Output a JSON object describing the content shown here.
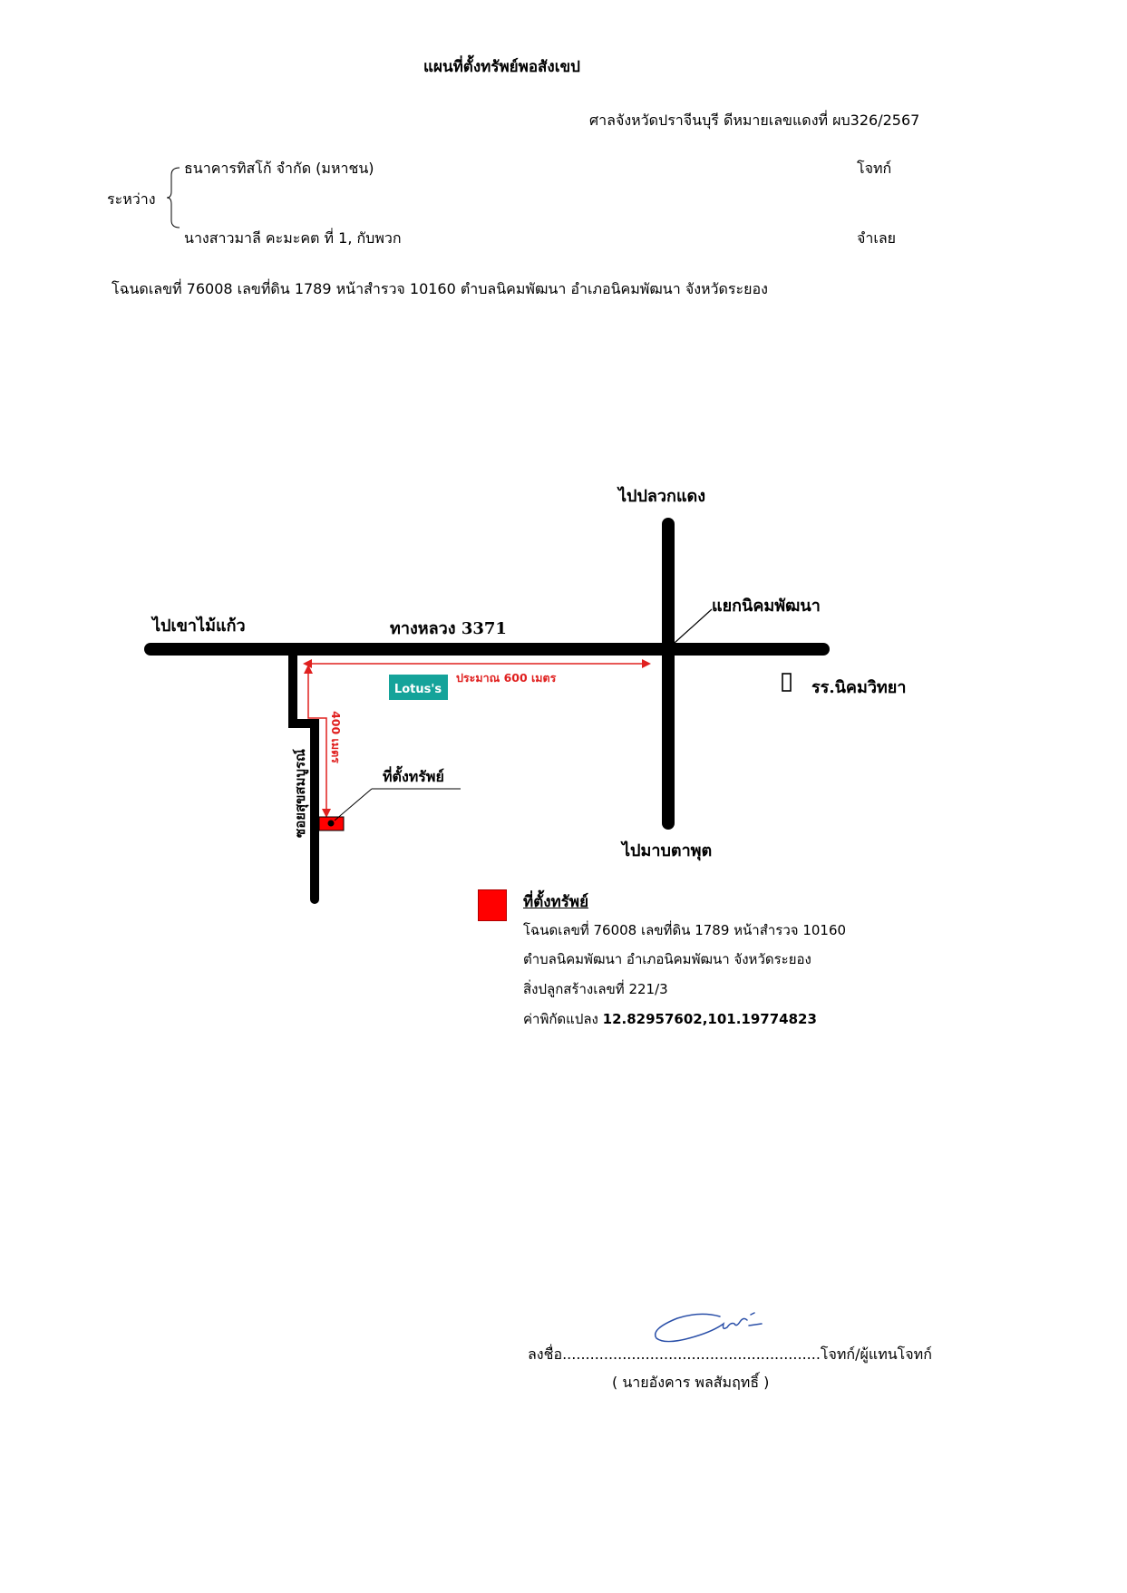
{
  "title": "แผนที่ตั้งทรัพย์พอสังเขป",
  "case_line": "ศาลจังหวัดปราจีนบุรี ดีหมายเลขแดงที่ ผบ326/2567",
  "parties": {
    "between_label": "ระหว่าง",
    "plaintiff_name": "ธนาคารทิสโก้ จำกัด (มหาชน)",
    "plaintiff_role": "โจทก์",
    "defendant_name": "นางสาวมาลี คะมะคต ที่ 1, กับพวก",
    "defendant_role": "จำเลย"
  },
  "deed_line": "โฉนดเลขที่ 76008 เลขที่ดิน 1789 หน้าสำรวจ 10160 ตำบลนิคมพัฒนา อำเภอนิคมพัฒนา จังหวัดระยอง",
  "map": {
    "to_north": "ไปปลวกแดง",
    "to_west": "ไปเขาไม้แก้ว",
    "highway": "ทางหลวง 3371",
    "junction": "แยกนิคมพัฒนา",
    "to_south": "ไปมาบตาพุต",
    "school_icon": "missing-glyph-box",
    "school": "รร.นิคมวิทยา",
    "distance_horizontal": "ประมาณ 600 เมตร",
    "distance_vertical": "400 เมตร",
    "soi": "ซอยสุขสมบูรณ์",
    "property_label": "ที่ตั้งทรัพย์",
    "lotus_logo": "Lotus's",
    "colors": {
      "road": "#000000",
      "marker": "#ff0000",
      "distance": "#e0201f",
      "lotus": "#15a39a"
    }
  },
  "legend": {
    "heading": "ที่ตั้งทรัพย์",
    "line1": "โฉนดเลขที่ 76008 เลขที่ดิน 1789 หน้าสำรวจ 10160",
    "line2": "ตำบลนิคมพัฒนา อำเภอนิคมพัฒนา จังหวัดระยอง",
    "line3": "สิ่งปลูกสร้างเลขที่ 221/3",
    "coord_prefix": "ค่าพิกัดแปลง",
    "coord_value": "12.82957602,101.19774823"
  },
  "signature": {
    "sign_prefix": "ลงชื่อ",
    "dots": "........................................................",
    "sign_suffix": "โจทก์/ผู้แทนโจทก์",
    "name": "( นายอังคาร พลสัมฤทธิ์ )"
  }
}
